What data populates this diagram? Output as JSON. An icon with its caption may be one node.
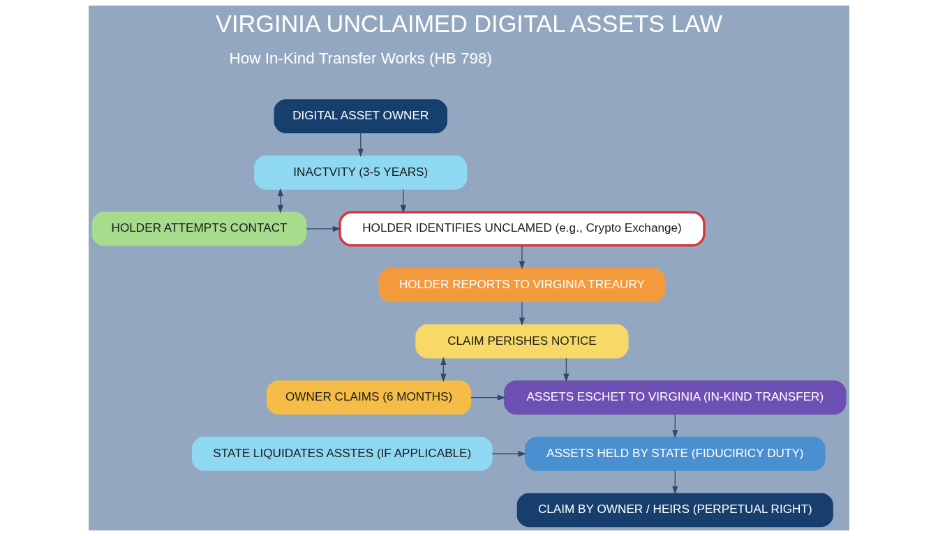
{
  "diagram": {
    "title": "VIRGINIA UNCLAIMED DIGITAL ASSETS LAW",
    "nodes": [
      {
        "text": [
          "DIGITAL ASSET OWNER"
        ]
      },
      {
        "text": [
          "INACTVITY (3-5 YEARS)"
        ]
      },
      {
        "text": [
          "HOLDER ATTEMPTS CONTACT"
        ]
      },
      {
        "text": [
          "HOLDER IDENTIFIES UNCLAMED (e.g., Crypto Exchange)"
        ]
      },
      {
        "text": [
          "HOLDER REPORTS TO VIRGINIA TREAURY"
        ]
      },
      {
        "text": [
          "CLAIM PERISHES NOTICE"
        ]
      },
      {
        "text": [
          "OWNER CLAIMS (6 MONTHS)"
        ]
      },
      {
        "text": [
          "ASSETS ESCHET TO VIRGINIA (IN-KIND TRANSFER)"
        ]
      },
      {
        "text": [
          "STATE LIQUIDATES ASSTES (IF APPLICABLE)"
        ]
      },
      {
        "text": [
          "ASSETS HELD BY STATE (FIDUCIRICY DUTY)"
        ]
      },
      {
        "text": [
          "CLAIM BY OWNER / HEIRS (PERPETUAL RIGHT)"
        ]
      }
    ],
    "edges": [
      {
        "from": 0,
        "to": 1,
        "arrow": "to"
      },
      {
        "from": 2,
        "to": 1,
        "arrow": "both"
      },
      {
        "from": 1,
        "to": 3,
        "arrow": "to"
      },
      {
        "from": 2,
        "to": 3,
        "arrow": "to"
      },
      {
        "from": 3,
        "to": 4,
        "arrow": "to"
      },
      {
        "from": 4,
        "to": 5,
        "arrow": "to"
      },
      {
        "from": 6,
        "to": 5,
        "arrow": "both"
      },
      {
        "from": 5,
        "to": 7,
        "arrow": "to"
      },
      {
        "from": 6,
        "to": 7,
        "arrow": "to"
      },
      {
        "from": 7,
        "to": 9,
        "arrow": "to"
      },
      {
        "from": 8,
        "to": 9,
        "arrow": "to"
      },
      {
        "from": 9,
        "to": 10,
        "arrow": "to"
      }
    ],
    "labels": [
      "How In-Kind Transfer Works (HB 798)"
    ]
  }
}
